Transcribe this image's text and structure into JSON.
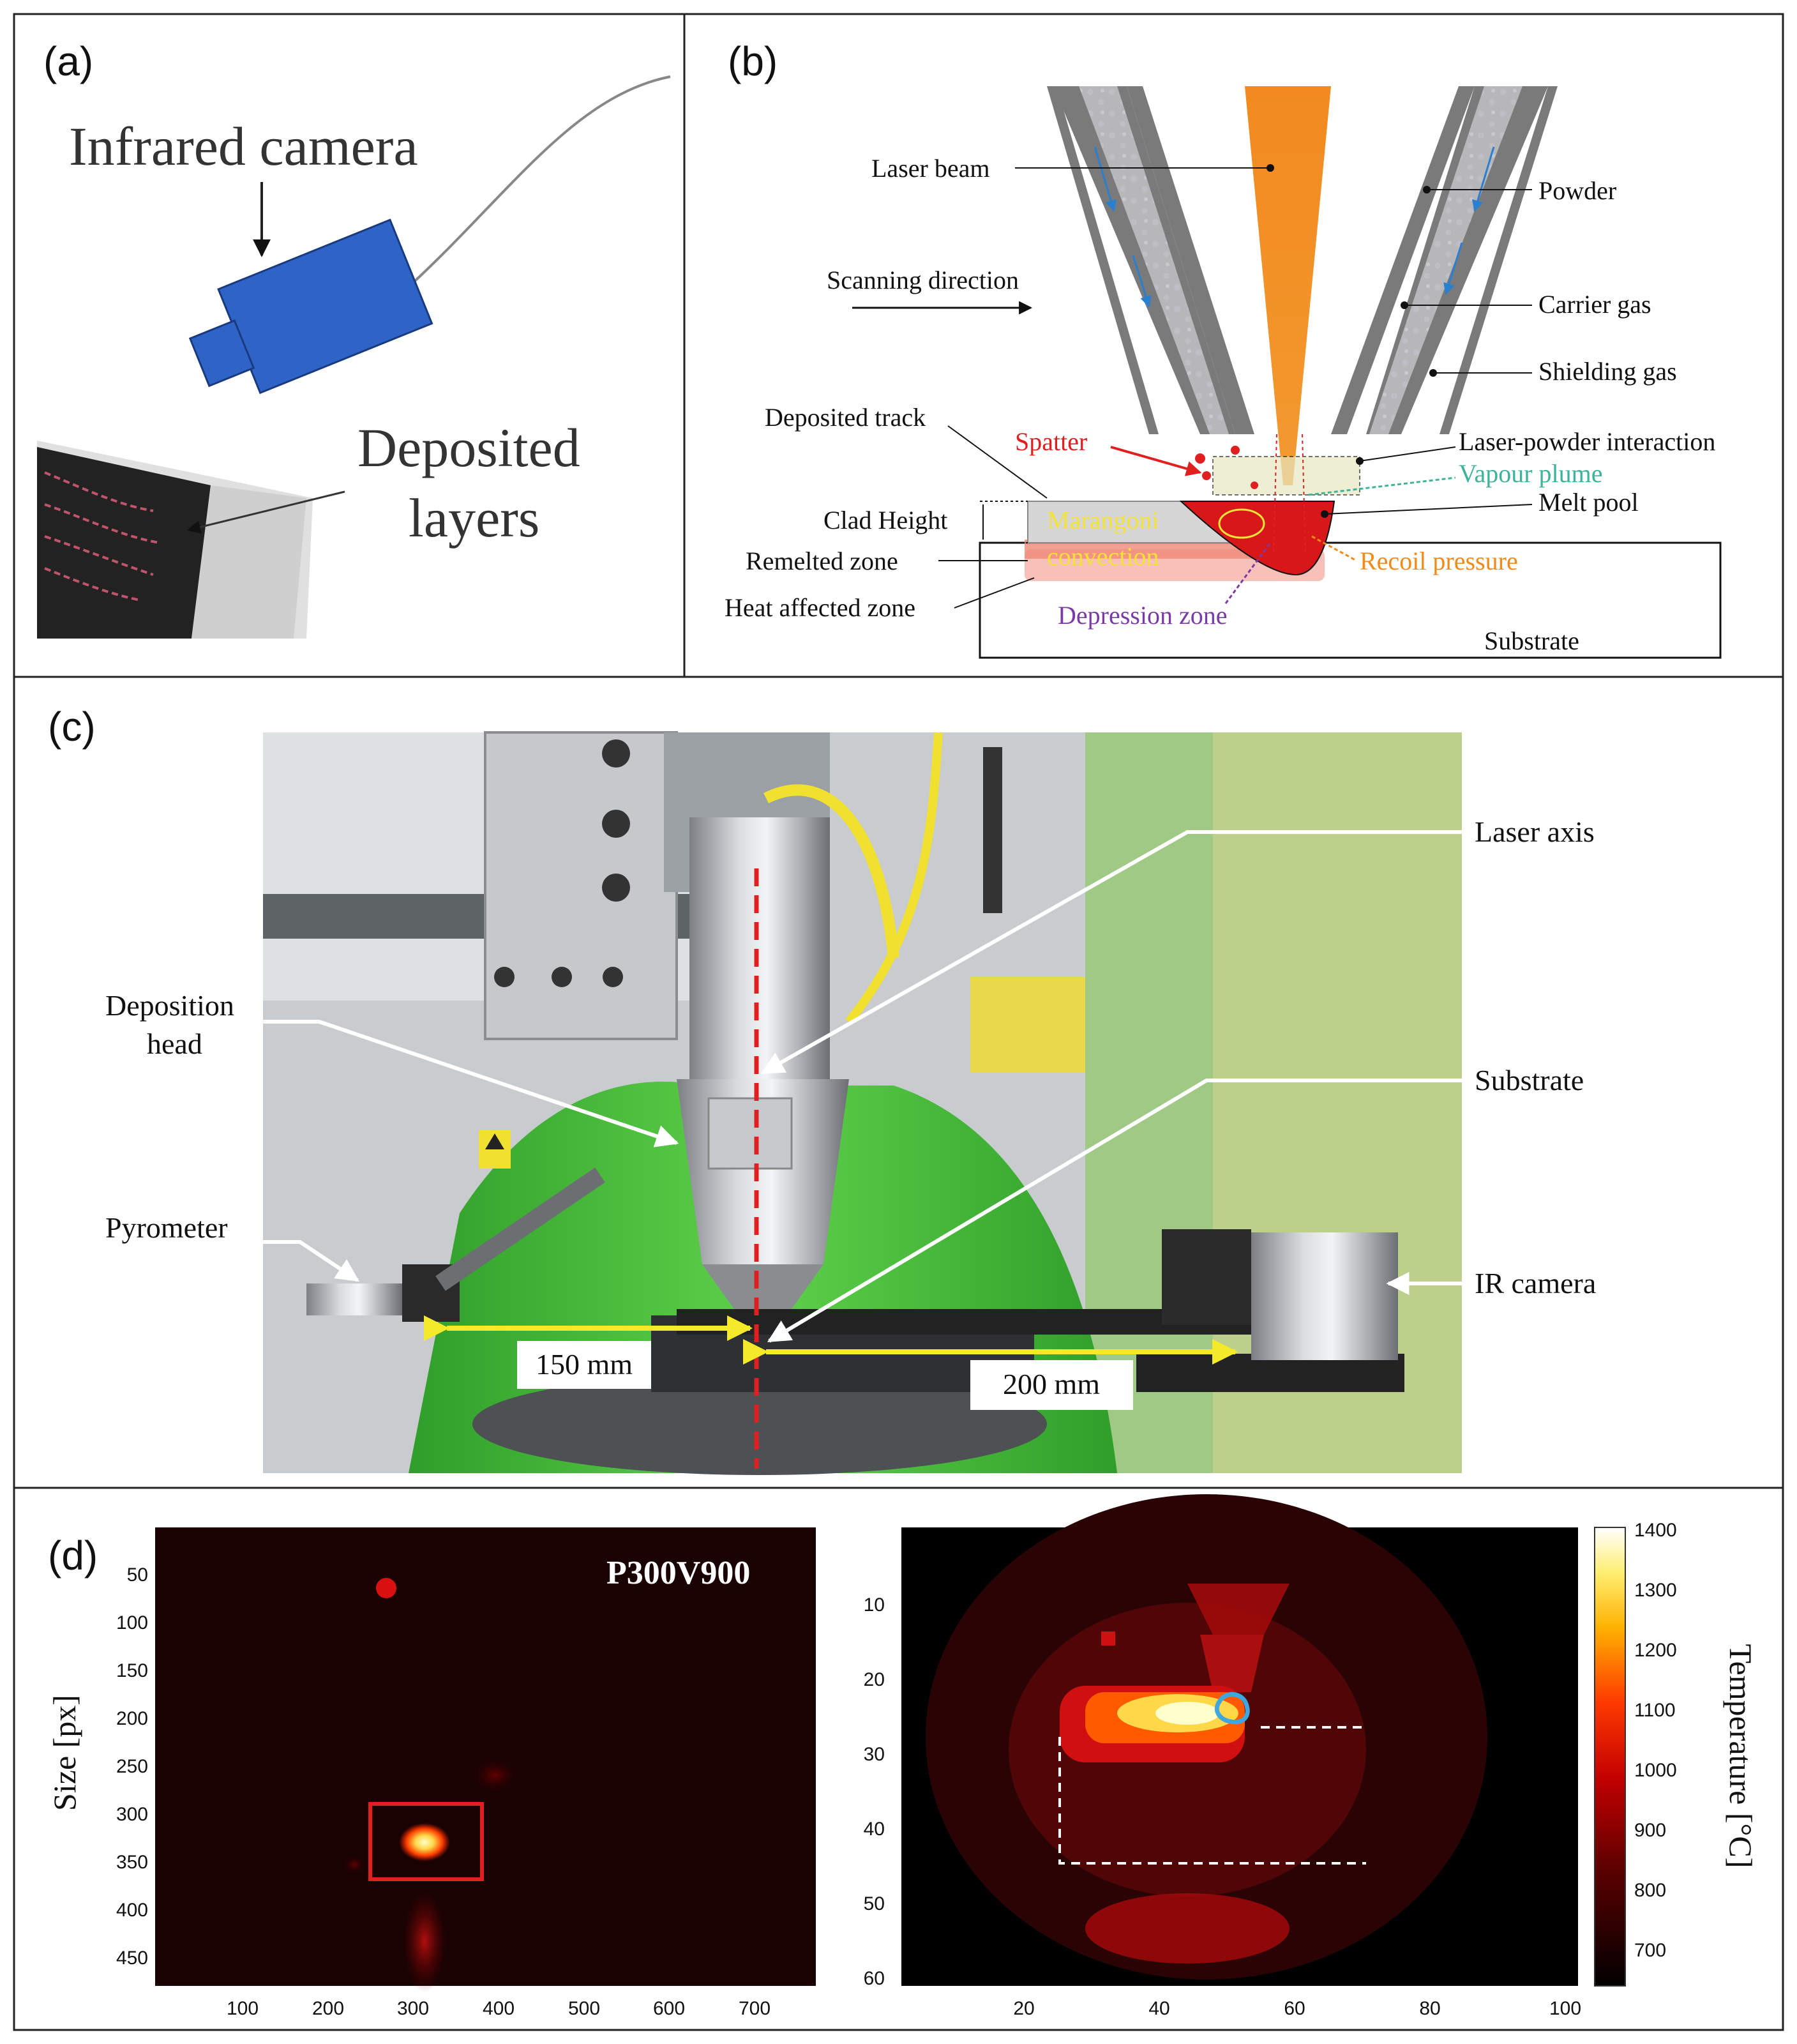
{
  "panels": {
    "a": {
      "label": "(a)",
      "camera_label": "Infrared camera",
      "layers_label_1": "Deposited",
      "layers_label_2": "layers"
    },
    "b": {
      "label": "(b)",
      "labels": {
        "laser_beam": "Laser beam",
        "powder": "Powder",
        "scanning_direction": "Scanning direction",
        "carrier_gas": "Carrier gas",
        "shielding_gas": "Shielding gas",
        "deposited_track": "Deposited track",
        "spatter": "Spatter",
        "laser_powder_interaction": "Laser-powder interaction",
        "vapour_plume": "Vapour plume",
        "melt_pool": "Melt pool",
        "clad_height": "Clad Height",
        "marangoni": "Marangoni",
        "convection": "convection",
        "remelted_zone": "Remelted zone",
        "recoil_pressure": "Recoil pressure",
        "heat_affected_zone": "Heat affected zone",
        "depression_zone": "Depression zone",
        "substrate": "Substrate"
      },
      "colors": {
        "laser": "#f0861e",
        "spatter": "#e02020",
        "vapour": "#3cb39a",
        "recoil": "#f08a1a",
        "depression": "#7a3aa8",
        "marangoni": "#f2e23a",
        "melt_pool": "#d81818"
      }
    },
    "c": {
      "label": "(c)",
      "labels": {
        "laser_axis": "Laser axis",
        "deposition_head_1": "Deposition",
        "deposition_head_2": "head",
        "substrate": "Substrate",
        "pyrometer": "Pyrometer",
        "ir_camera": "IR camera",
        "dist_left": "150 mm",
        "dist_right": "200 mm"
      }
    },
    "d": {
      "label": "(d)",
      "left_map": {
        "title": "P300V900",
        "ylabel": "Size [px]",
        "x_ticks": [
          "100",
          "200",
          "300",
          "400",
          "500",
          "600",
          "700"
        ],
        "y_ticks": [
          "50",
          "100",
          "150",
          "200",
          "250",
          "300",
          "350",
          "400",
          "450"
        ]
      },
      "right_map": {
        "x_ticks": [
          "20",
          "40",
          "60",
          "80",
          "100"
        ],
        "y_ticks": [
          "10",
          "20",
          "30",
          "40",
          "50",
          "60"
        ],
        "colorbar_label": "Temperature [°C]",
        "colorbar_ticks": [
          "1400",
          "1300",
          "1200",
          "1100",
          "1000",
          "900",
          "800",
          "700"
        ]
      }
    }
  }
}
